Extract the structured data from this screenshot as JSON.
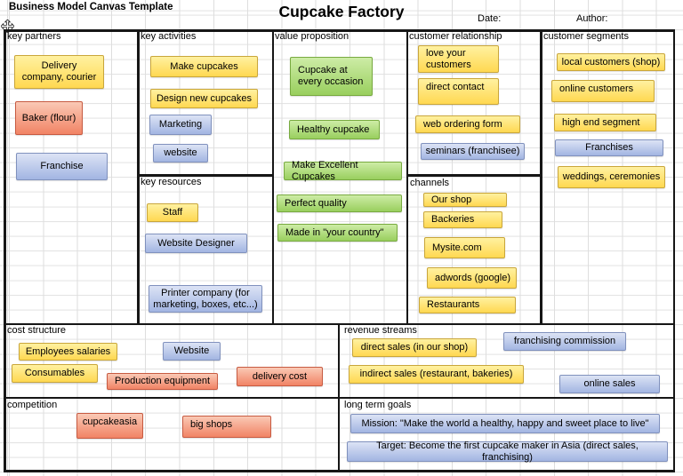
{
  "header": {
    "template_label": "Business Model Canvas Template",
    "title": "Cupcake Factory",
    "date_label": "Date:",
    "author_label": "Author:"
  },
  "palette": {
    "note_yellow": "#ffd851",
    "note_blue": "#a2b5e2",
    "note_green": "#99cf5e",
    "note_salmon": "#f18365",
    "grid_line": "#dedede",
    "section_border": "#161616"
  },
  "sections": {
    "key_partners": {
      "label": "key partners",
      "notes": [
        {
          "text": "Delivery\ncompany, courier",
          "color": "yellow"
        },
        {
          "text": "Baker (flour)",
          "color": "salmon"
        },
        {
          "text": "Franchise",
          "color": "blue"
        }
      ]
    },
    "key_activities": {
      "label": "key activities",
      "notes": [
        {
          "text": "Make cupcakes",
          "color": "yellow"
        },
        {
          "text": "Design new cupcakes",
          "color": "yellow"
        },
        {
          "text": "Marketing",
          "color": "blue"
        },
        {
          "text": "website",
          "color": "blue"
        }
      ]
    },
    "key_resources": {
      "label": "key resources",
      "notes": [
        {
          "text": "Staff",
          "color": "yellow"
        },
        {
          "text": "Website Designer",
          "color": "blue"
        },
        {
          "text": "Printer company (for\nmarketing, boxes, etc...)",
          "color": "blue"
        }
      ]
    },
    "value_proposition": {
      "label": "value proposition",
      "notes": [
        {
          "text": "Cupcake at\nevery occasion",
          "color": "green"
        },
        {
          "text": "Healthy cupcake",
          "color": "green"
        },
        {
          "text": "Make Excellent Cupcakes",
          "color": "green"
        },
        {
          "text": "Perfect quality",
          "color": "green"
        },
        {
          "text": "Made in \"your country\"",
          "color": "green"
        }
      ]
    },
    "customer_relationship": {
      "label": "customer relationship",
      "notes": [
        {
          "text": "love your\ncustomers",
          "color": "yellow"
        },
        {
          "text": "direct contact",
          "color": "yellow"
        },
        {
          "text": "web ordering form",
          "color": "yellow"
        },
        {
          "text": "seminars (franchisee)",
          "color": "blue"
        }
      ]
    },
    "channels": {
      "label": "channels",
      "notes": [
        {
          "text": "Our shop",
          "color": "yellow"
        },
        {
          "text": "Backeries",
          "color": "yellow"
        },
        {
          "text": "Mysite.com",
          "color": "yellow"
        },
        {
          "text": "adwords (google)",
          "color": "yellow"
        },
        {
          "text": "Restaurants",
          "color": "yellow"
        }
      ]
    },
    "customer_segments": {
      "label": "customer segments",
      "notes": [
        {
          "text": "local customers (shop)",
          "color": "yellow"
        },
        {
          "text": "online customers",
          "color": "yellow"
        },
        {
          "text": "high end segment",
          "color": "yellow"
        },
        {
          "text": "Franchises",
          "color": "blue"
        },
        {
          "text": "weddings, ceremonies",
          "color": "yellow"
        }
      ]
    },
    "cost_structure": {
      "label": "cost structure",
      "notes": [
        {
          "text": "Employees salaries",
          "color": "yellow"
        },
        {
          "text": "Website",
          "color": "blue"
        },
        {
          "text": "Consumables",
          "color": "yellow"
        },
        {
          "text": "Production equipment",
          "color": "salmon"
        },
        {
          "text": "delivery cost",
          "color": "salmon"
        }
      ]
    },
    "revenue_streams": {
      "label": "revenue streams",
      "notes": [
        {
          "text": "direct sales (in our shop)",
          "color": "yellow"
        },
        {
          "text": "franchising commission",
          "color": "blue"
        },
        {
          "text": "indirect sales (restaurant, bakeries)",
          "color": "yellow"
        },
        {
          "text": "online sales",
          "color": "blue"
        }
      ]
    },
    "competition": {
      "label": "competition",
      "notes": [
        {
          "text": "cupcakeasia",
          "color": "salmon"
        },
        {
          "text": "big shops",
          "color": "salmon"
        }
      ]
    },
    "long_term_goals": {
      "label": "long term goals",
      "notes": [
        {
          "text": "Mission: \"Make the world a healthy, happy and sweet place to live\"",
          "color": "blue"
        },
        {
          "text": "Target: Become the first cupcake maker in Asia (direct sales, franchising)",
          "color": "blue"
        }
      ]
    }
  }
}
